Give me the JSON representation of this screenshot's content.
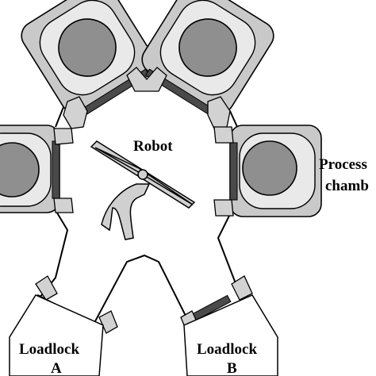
{
  "labels": {
    "robot": "Robot",
    "process_line1": "Process",
    "process_line2": "chamb",
    "loadlock_a_line1": "Loadlock",
    "loadlock_a_line2": "A",
    "loadlock_b_line1": "Loadlock",
    "loadlock_b_line2": "B"
  }
}
